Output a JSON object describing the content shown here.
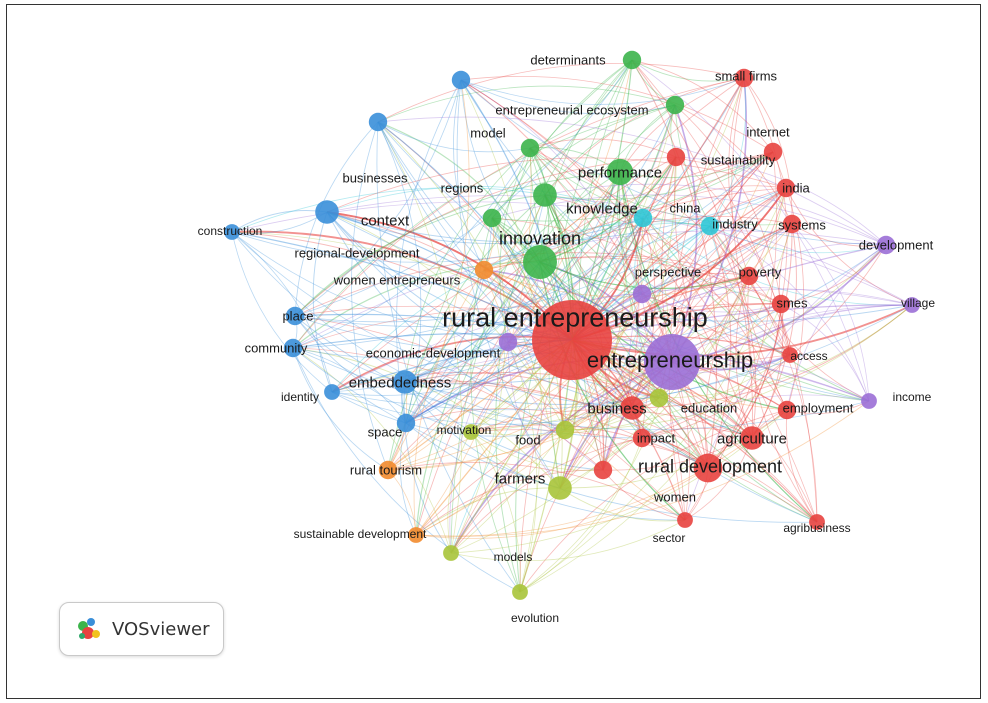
{
  "app": {
    "logo_text": "VOSviewer"
  },
  "colors": {
    "red": "#e8423f",
    "green": "#3cb44b",
    "blue": "#3a8fd9",
    "yellowgreen": "#a8c43a",
    "purple": "#9b6fd6",
    "orange": "#f28b2d",
    "cyan": "#2fc7d6"
  },
  "network": {
    "clusters": [
      "red",
      "green",
      "blue",
      "yellowgreen",
      "purple",
      "orange",
      "cyan"
    ],
    "nodes": [
      {
        "id": "rural_entrepreneurship",
        "label": "rural entrepreneurship",
        "cluster": "red",
        "weight": 10
      },
      {
        "id": "entrepreneurship",
        "label": "entrepreneurship",
        "cluster": "purple",
        "weight": 8
      },
      {
        "id": "innovation",
        "label": "innovation",
        "cluster": "green",
        "weight": 5
      },
      {
        "id": "rural_development",
        "label": "rural development",
        "cluster": "red",
        "weight": 4
      },
      {
        "id": "performance",
        "label": "performance",
        "cluster": "green",
        "weight": 3.5
      },
      {
        "id": "business",
        "label": "business",
        "cluster": "red",
        "weight": 3
      },
      {
        "id": "embeddedness",
        "label": "embeddedness",
        "cluster": "blue",
        "weight": 3
      },
      {
        "id": "farmers",
        "label": "farmers",
        "cluster": "yellowgreen",
        "weight": 3
      },
      {
        "id": "agriculture",
        "label": "agriculture",
        "cluster": "red",
        "weight": 3
      },
      {
        "id": "knowledge",
        "label": "knowledge",
        "cluster": "green",
        "weight": 3
      },
      {
        "id": "context",
        "label": "context",
        "cluster": "blue",
        "weight": 3
      },
      {
        "id": "determinants",
        "label": "determinants",
        "cluster": "green",
        "weight": 2
      },
      {
        "id": "entrepreneurial_ecosystem",
        "label": "entrepreneurial ecosystem",
        "cluster": "green",
        "weight": 2
      },
      {
        "id": "model",
        "label": "model",
        "cluster": "green",
        "weight": 2
      },
      {
        "id": "regions",
        "label": "regions",
        "cluster": "green",
        "weight": 2
      },
      {
        "id": "china",
        "label": "china",
        "cluster": "cyan",
        "weight": 2
      },
      {
        "id": "industry",
        "label": "industry",
        "cluster": "cyan",
        "weight": 2
      },
      {
        "id": "small_firms",
        "label": "small firms",
        "cluster": "red",
        "weight": 2
      },
      {
        "id": "internet",
        "label": "internet",
        "cluster": "red",
        "weight": 2
      },
      {
        "id": "sustainability",
        "label": "sustainability",
        "cluster": "red",
        "weight": 2
      },
      {
        "id": "india",
        "label": "india",
        "cluster": "red",
        "weight": 2
      },
      {
        "id": "systems",
        "label": "systems",
        "cluster": "red",
        "weight": 2
      },
      {
        "id": "development",
        "label": "development",
        "cluster": "purple",
        "weight": 2
      },
      {
        "id": "perspective",
        "label": "perspective",
        "cluster": "purple",
        "weight": 2
      },
      {
        "id": "poverty",
        "label": "poverty",
        "cluster": "red",
        "weight": 2
      },
      {
        "id": "village",
        "label": "village",
        "cluster": "purple",
        "weight": 1.5
      },
      {
        "id": "smes",
        "label": "smes",
        "cluster": "red",
        "weight": 2
      },
      {
        "id": "access",
        "label": "access",
        "cluster": "red",
        "weight": 1.5
      },
      {
        "id": "income",
        "label": "income",
        "cluster": "purple",
        "weight": 1.5
      },
      {
        "id": "employment",
        "label": "employment",
        "cluster": "red",
        "weight": 2
      },
      {
        "id": "education",
        "label": "education",
        "cluster": "yellowgreen",
        "weight": 2
      },
      {
        "id": "impact",
        "label": "impact",
        "cluster": "red",
        "weight": 2
      },
      {
        "id": "women",
        "label": "women",
        "cluster": "red",
        "weight": 2
      },
      {
        "id": "agribusiness",
        "label": "agribusiness",
        "cluster": "red",
        "weight": 1.5
      },
      {
        "id": "sector",
        "label": "sector",
        "cluster": "red",
        "weight": 1.5
      },
      {
        "id": "food",
        "label": "food",
        "cluster": "yellowgreen",
        "weight": 2
      },
      {
        "id": "motivation",
        "label": "motivation",
        "cluster": "yellowgreen",
        "weight": 1.5
      },
      {
        "id": "models",
        "label": "models",
        "cluster": "yellowgreen",
        "weight": 1.5
      },
      {
        "id": "evolution",
        "label": "evolution",
        "cluster": "yellowgreen",
        "weight": 1.5
      },
      {
        "id": "businesses",
        "label": "businesses",
        "cluster": "blue",
        "weight": 2
      },
      {
        "id": "construction",
        "label": "construction",
        "cluster": "blue",
        "weight": 1.5
      },
      {
        "id": "regional_development",
        "label": "regional-development",
        "cluster": "blue",
        "weight": 2
      },
      {
        "id": "women_entrepreneurs",
        "label": "women entrepreneurs",
        "cluster": "orange",
        "weight": 2
      },
      {
        "id": "place",
        "label": "place",
        "cluster": "blue",
        "weight": 2
      },
      {
        "id": "community",
        "label": "community",
        "cluster": "blue",
        "weight": 2
      },
      {
        "id": "identity",
        "label": "identity",
        "cluster": "blue",
        "weight": 1.5
      },
      {
        "id": "economic_development",
        "label": "economic-development",
        "cluster": "purple",
        "weight": 2
      },
      {
        "id": "space",
        "label": "space",
        "cluster": "blue",
        "weight": 2
      },
      {
        "id": "rural_tourism",
        "label": "rural tourism",
        "cluster": "orange",
        "weight": 2
      },
      {
        "id": "sustainable_development",
        "label": "sustainable development",
        "cluster": "orange",
        "weight": 1.5
      }
    ]
  }
}
